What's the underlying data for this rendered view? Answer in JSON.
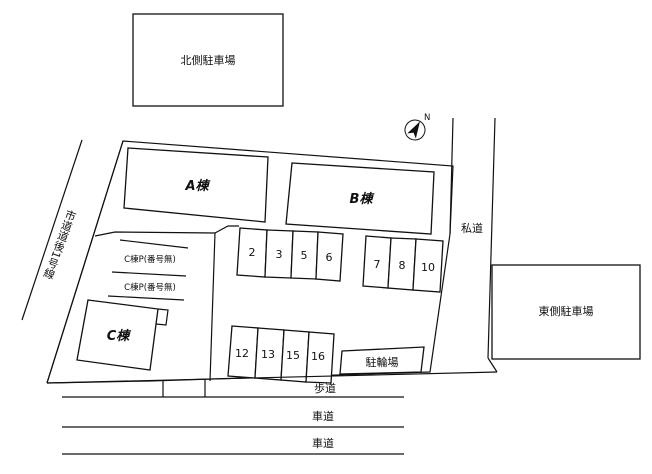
{
  "labels": {
    "north_parking": "北側駐車場",
    "east_parking": "東側駐車場",
    "building_a": "A棟",
    "building_b": "B棟",
    "building_c": "C棟",
    "city_road": "市道道後1号線",
    "private_road": "私道",
    "bicycle_parking": "駐輪場",
    "sidewalk": "歩道",
    "roadway_1": "車道",
    "roadway_2": "車道",
    "c_parking_1": "C棟P(番号無)",
    "c_parking_2": "C棟P(番号無)"
  },
  "spaces_row1": [
    "2",
    "3",
    "5",
    "6"
  ],
  "spaces_row2": [
    "7",
    "8",
    "10"
  ],
  "spaces_row3": [
    "12",
    "13",
    "15",
    "16"
  ],
  "north_arrow_label": "N",
  "colors": {
    "line": "#111111",
    "background": "#ffffff"
  }
}
